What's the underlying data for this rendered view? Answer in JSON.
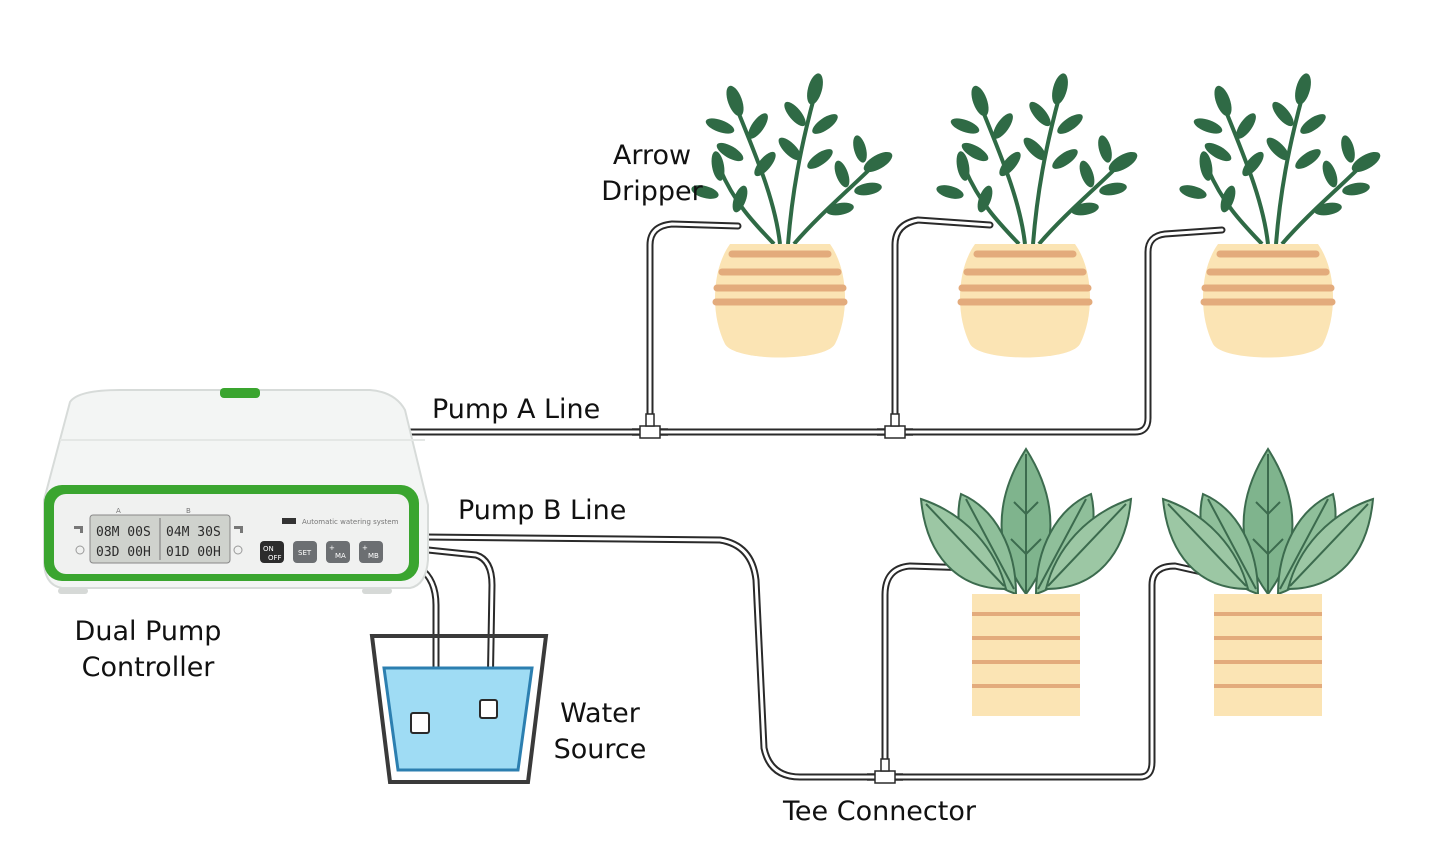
{
  "labels": {
    "arrow_dripper": [
      "Arrow",
      "Dripper"
    ],
    "pump_a_line": "Pump A Line",
    "pump_b_line": "Pump B Line",
    "dual_pump_controller": [
      "Dual Pump",
      "Controller"
    ],
    "water_source": [
      "Water",
      "Source"
    ],
    "tee_connector": "Tee Connector"
  },
  "controller": {
    "label_a": "A",
    "label_b": "B",
    "a_row1": "08M 00S",
    "a_row2": "03D 00H",
    "b_row1": "04M 30S",
    "b_row2": "01D 00H",
    "brand_text": "Automatic watering system",
    "buttons": {
      "on_top": "ON",
      "on_bottom": "OFF",
      "set": "SET",
      "ma": "MA",
      "mb": "MB",
      "plus": "+"
    }
  },
  "colors": {
    "controller_green": "#3aa52f",
    "controller_body": "#f3f5f4",
    "water": "#9fdcf4",
    "pot_light": "#fbe4b4",
    "pot_stripe": "#e3ab7c",
    "leaf_dark": "#2f6a45",
    "leaf_light": "#8fbf9a",
    "tube": "#2a2a2a"
  },
  "icons": [
    "faucet-icon",
    "clock-icon",
    "leaf-icon"
  ]
}
